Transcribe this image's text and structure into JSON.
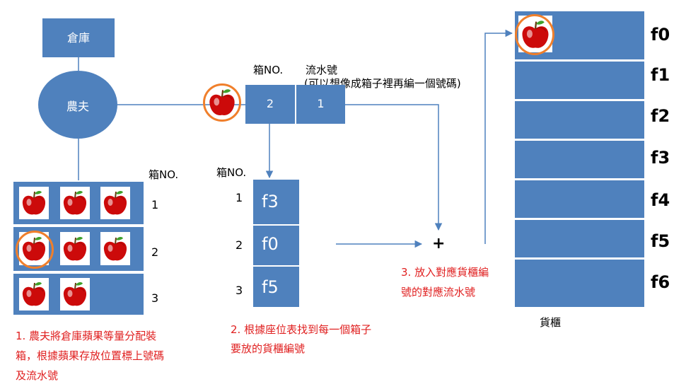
{
  "warehouse": {
    "label": "倉庫"
  },
  "farmer": {
    "label": "農夫"
  },
  "code_box": {
    "box_no_header": "箱NO.",
    "serial_header": "流水號",
    "serial_note": "(可以想像成箱子裡再編一個號碼)",
    "box_no_value": "2",
    "serial_value": "1"
  },
  "boxes": {
    "header": "箱NO.",
    "numbers": [
      "1",
      "2",
      "3"
    ],
    "apple_counts": [
      3,
      3,
      2
    ]
  },
  "seat_table": {
    "header": "箱NO.",
    "rows": [
      {
        "no": "1",
        "cell": "f3"
      },
      {
        "no": "2",
        "cell": "f0"
      },
      {
        "no": "3",
        "cell": "f5"
      }
    ]
  },
  "plus_sign": "+",
  "cabinet": {
    "label": "貨櫃",
    "slots": [
      "f0",
      "f1",
      "f2",
      "f3",
      "f4",
      "f5",
      "f6"
    ]
  },
  "notes": {
    "step1_lines": [
      "1. 農夫將倉庫蘋果等量分配裝",
      "箱，根據蘋果存放位置標上號碼",
      "及流水號"
    ],
    "step2_lines": [
      "2. 根據座位表找到每一個箱子",
      "要放的貨櫃編號"
    ],
    "step3_lines": [
      "3. 放入對應貨櫃編",
      "號的對應流水號"
    ]
  },
  "colors": {
    "box": "#4f81bd",
    "highlight": "#f07f2b",
    "note": "#e02020"
  },
  "icons": {
    "apple": "apple-icon"
  }
}
